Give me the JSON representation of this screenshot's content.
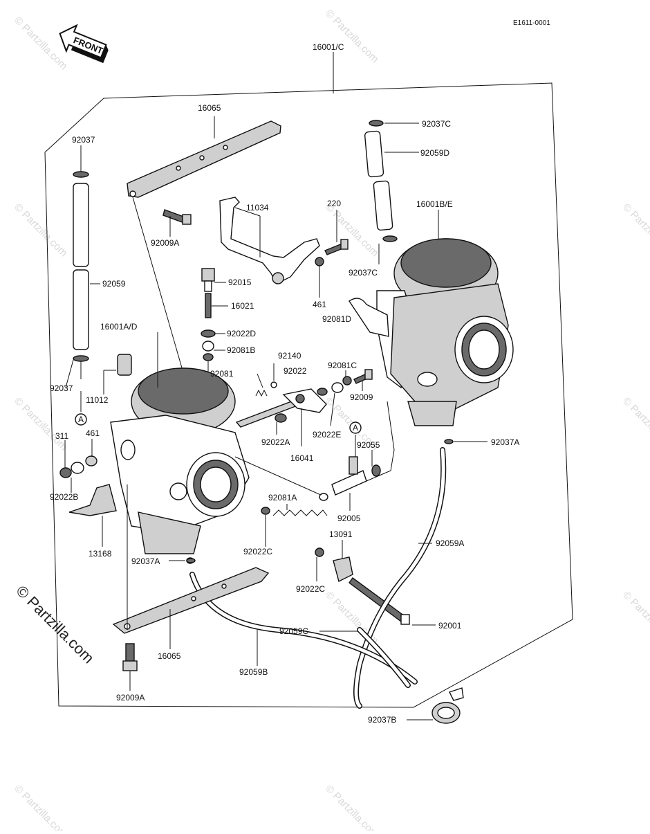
{
  "diagram": {
    "ref_code": "E1611-0001",
    "front_arrow_label": "FRONT",
    "circle_marker": "A",
    "watermark_text": "© Partzilla.com",
    "labels": [
      "16001/C",
      "16065",
      "92037",
      "92009A",
      "11034",
      "220",
      "92037C",
      "92059D",
      "16001B/E",
      "92037C",
      "92015",
      "461",
      "16021",
      "92059",
      "16001A/D",
      "92022D",
      "92081D",
      "92081B",
      "92140",
      "92022",
      "92081C",
      "92081",
      "92009",
      "92037",
      "11012",
      "92022A",
      "92022E",
      "311",
      "461",
      "16041",
      "92055",
      "92037A",
      "92022B",
      "92081A",
      "92005",
      "13168",
      "92022C",
      "13091",
      "92059A",
      "92037A",
      "92022C",
      "92059C",
      "92001",
      "16065",
      "92059B",
      "92009A",
      "92037B"
    ]
  }
}
